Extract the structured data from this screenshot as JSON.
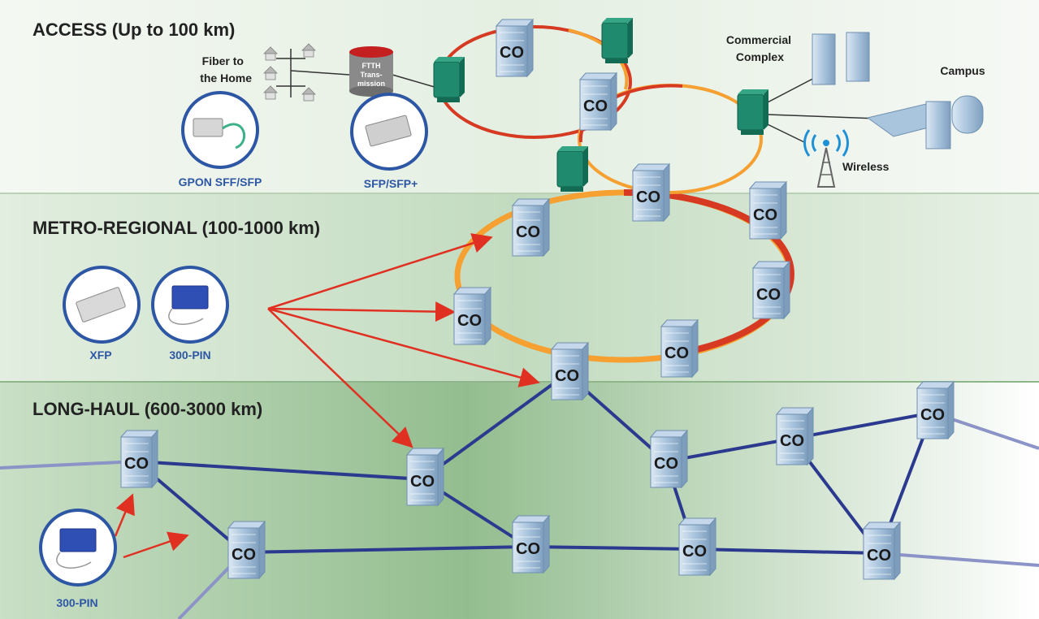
{
  "bands": {
    "access": "ACCESS (Up to 100 km)",
    "metro": "METRO-REGIONAL (100-1000 km)",
    "longhaul": "LONG-HAUL (600-3000 km)"
  },
  "labels": {
    "fiber_home_1": "Fiber to",
    "fiber_home_2": "the Home",
    "ftth_1": "FTTH",
    "ftth_2": "Trans-",
    "ftth_3": "mission",
    "commercial_1": "Commercial",
    "commercial_2": "Complex",
    "campus": "Campus",
    "wireless": "Wireless",
    "co": "CO"
  },
  "products": {
    "gpon": "GPON SFF/SFP",
    "sfp": "SFP/SFP+",
    "xfp": "XFP",
    "pin300_metro": "300-PIN",
    "pin300_long": "300-PIN"
  },
  "colors": {
    "access_bg": "#eaf3e8",
    "metro_bg": "#c8deC5",
    "longhaul_bg": "#9ec39a",
    "ring_orange": "#f5a030",
    "ring_red": "#d63a22",
    "longhaul_link": "#2b3a8f",
    "arrow_red": "#e03022",
    "router_green": "#1f8a6e",
    "building_blue": "#a8c3dc",
    "label_blue": "#2d57a4"
  }
}
